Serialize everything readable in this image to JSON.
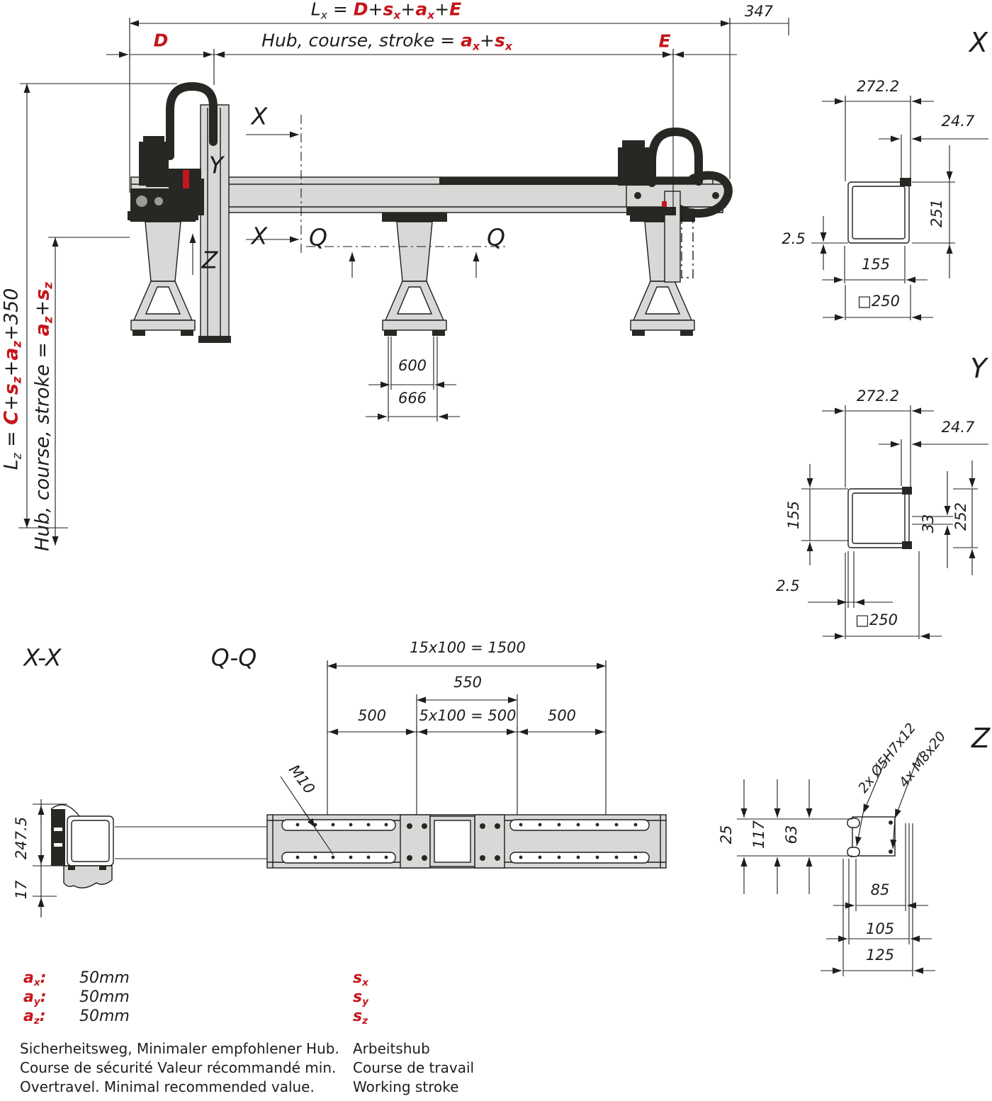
{
  "colors": {
    "line": "#1d1d1b",
    "red": "#c4161c",
    "gray_fill": "#d8d8d6",
    "dark_fill": "#272724",
    "background": "#ffffff"
  },
  "top_view": {
    "formula_lx": [
      {
        "t": "L"
      },
      {
        "t": "x",
        "sub": 1
      },
      {
        "t": " = "
      },
      {
        "t": "D",
        "red": 1
      },
      {
        "t": "+"
      },
      {
        "t": "s",
        "red": 1
      },
      {
        "t": "x",
        "red": 1,
        "sub": 1
      },
      {
        "t": "+"
      },
      {
        "t": "a",
        "red": 1
      },
      {
        "t": "x",
        "red": 1,
        "sub": 1
      },
      {
        "t": "+"
      },
      {
        "t": "E",
        "red": 1
      }
    ],
    "formula_hub_x": [
      {
        "t": "Hub, course, stroke = "
      },
      {
        "t": "a",
        "red": 1
      },
      {
        "t": "x",
        "red": 1,
        "sub": 1
      },
      {
        "t": "+"
      },
      {
        "t": "s",
        "red": 1
      },
      {
        "t": "x",
        "red": 1,
        "sub": 1
      }
    ],
    "formula_lz": [
      {
        "t": "L"
      },
      {
        "t": "z",
        "sub": 1
      },
      {
        "t": " = "
      },
      {
        "t": "C",
        "red": 1
      },
      {
        "t": "+"
      },
      {
        "t": "s",
        "red": 1
      },
      {
        "t": "z",
        "red": 1,
        "sub": 1
      },
      {
        "t": "+"
      },
      {
        "t": "a",
        "red": 1
      },
      {
        "t": "z",
        "red": 1,
        "sub": 1
      },
      {
        "t": "+"
      },
      {
        "t": "350"
      }
    ],
    "formula_hub_z": [
      {
        "t": "Hub, course, stroke = "
      },
      {
        "t": "a",
        "red": 1
      },
      {
        "t": "z",
        "red": 1,
        "sub": 1
      },
      {
        "t": "+"
      },
      {
        "t": "s",
        "red": 1
      },
      {
        "t": "z",
        "red": 1,
        "sub": 1
      }
    ],
    "label_d": "D",
    "label_e": "E",
    "dim_347": "347",
    "axis_x1": "X",
    "axis_y": "Y",
    "axis_x2": "X",
    "axis_z": "Z",
    "axis_q1": "Q",
    "axis_q2": "Q",
    "dim_600": "600",
    "dim_666": "666"
  },
  "section_x": {
    "title": "X",
    "dim_width": "272.2",
    "dim_offset": "24.7",
    "dim_side": "2.5",
    "dim_height": "251",
    "dim_base": "155",
    "dim_square": "□250"
  },
  "section_y": {
    "title": "Y",
    "dim_width": "272.2",
    "dim_offset": "24.7",
    "dim_left": "155",
    "dim_inner": "33",
    "dim_outer": "252",
    "dim_side": "2.5",
    "dim_square": "□250"
  },
  "section_xx": {
    "title": "X-X",
    "dim_height": "247.5",
    "dim_thickness": "17"
  },
  "section_qq": {
    "title": "Q-Q",
    "dim_total": "15x100 = 1500",
    "dim_mid": "550",
    "dim_left": "500",
    "dim_center": "5x100 = 500",
    "dim_right": "500",
    "callout_thread": "M10"
  },
  "section_z": {
    "title": "Z",
    "callout_pins": "2x Ø5H7x12",
    "callout_bolts": "4x M8x20",
    "dim_a": "25",
    "dim_b": "117",
    "dim_c": "63",
    "dim_d": "85",
    "dim_e": "105",
    "dim_f": "125"
  },
  "legend": {
    "a_rows": [
      {
        "sym": "a",
        "sub": "x",
        "colon": ":",
        "value": "50mm"
      },
      {
        "sym": "a",
        "sub": "y",
        "colon": ":",
        "value": "50mm"
      },
      {
        "sym": "a",
        "sub": "z",
        "colon": ":",
        "value": "50mm"
      }
    ],
    "s_rows": [
      {
        "sym": "s",
        "sub": "x"
      },
      {
        "sym": "s",
        "sub": "y"
      },
      {
        "sym": "s",
        "sub": "z"
      }
    ],
    "left_notes": [
      "Sicherheitsweg, Minimaler empfohlener Hub.",
      "Course de sécurité Valeur récommandé min.",
      "Overtravel. Minimal recommended value."
    ],
    "right_notes": [
      "Arbeitshub",
      "Course de travail",
      "Working stroke"
    ]
  }
}
